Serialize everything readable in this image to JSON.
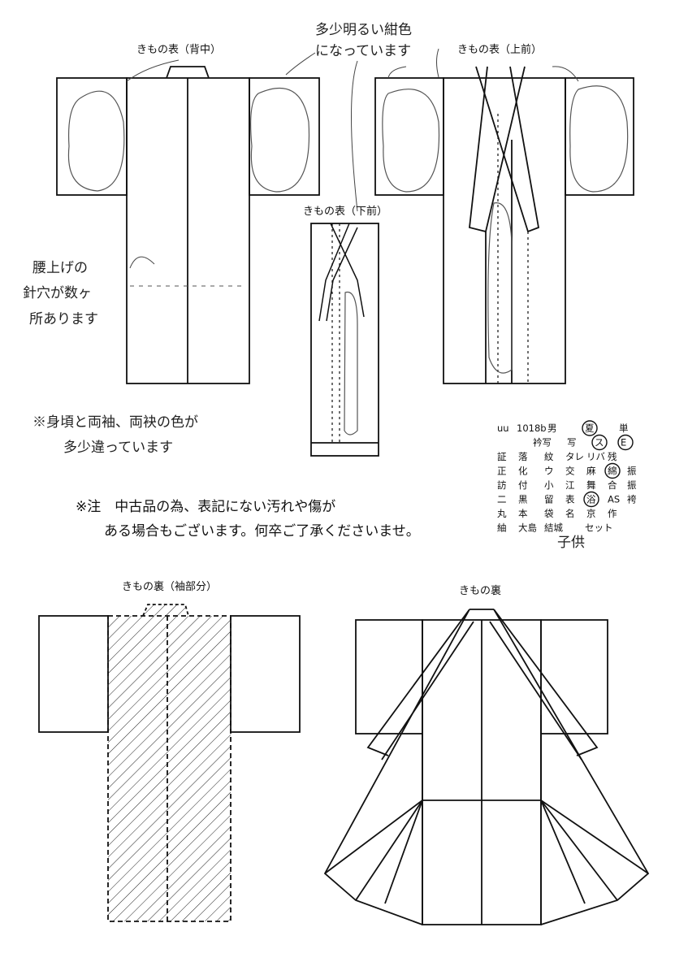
{
  "labels": {
    "back": "きもの表（背中）",
    "upper_front": "きもの表（上前）",
    "lower_front": "きもの表（下前）",
    "lining_sleeve": "きもの裏（袖部分）",
    "lining": "きもの裏"
  },
  "handwritten": {
    "color_note_1": "多少明るい紺色",
    "color_note_2": "になっています",
    "stain_note_1": "腰上げの",
    "stain_note_2": "針穴が数ヶ",
    "stain_note_3": "所あります",
    "body_note_1": "※身頃と両袖、両袂の色が",
    "body_note_2": "多少違っています"
  },
  "disclaimer": {
    "line1": "※注　中古品の為、表記にない汚れや傷が",
    "line2": "ある場合もございます。何卒ご了承くださいませ。"
  },
  "code_table": {
    "rows": [
      [
        "uu",
        "1018b",
        "男",
        "夏",
        "単"
      ],
      [
        "",
        "衿写",
        "写",
        "ス",
        "E"
      ],
      [
        "証",
        "落",
        "紋",
        "タレ",
        "リバ",
        "残"
      ],
      [
        "正",
        "化",
        "ウ",
        "交",
        "麻",
        "綿",
        "振"
      ],
      [
        "訪",
        "付",
        "小",
        "江",
        "舞",
        "合",
        "振"
      ],
      [
        "二",
        "黒",
        "留",
        "表",
        "浴",
        "AS",
        "袴"
      ],
      [
        "丸",
        "本",
        "袋",
        "名",
        "京",
        "作"
      ],
      [
        "紬",
        "大島",
        "結城",
        "セット"
      ]
    ],
    "circled": [
      "夏",
      "ス",
      "E",
      "綿",
      "浴"
    ],
    "handwritten_tag": "子供"
  },
  "colors": {
    "ink": "#111111",
    "pencil": "#444444"
  }
}
